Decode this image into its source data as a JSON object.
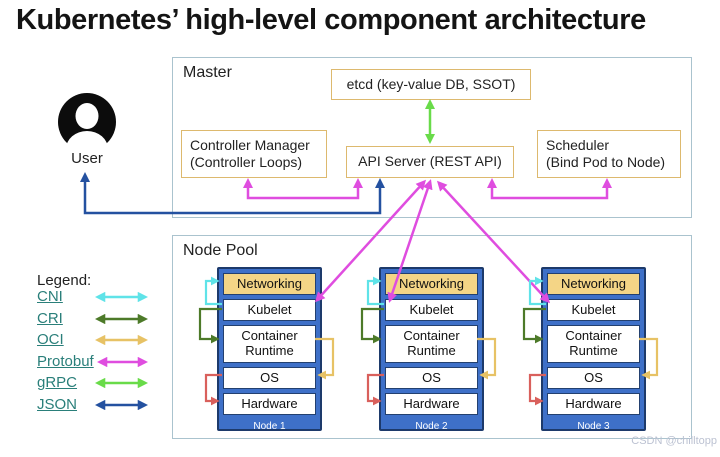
{
  "title": "Kubernetes’ high-level component architecture",
  "user": {
    "label": "User"
  },
  "master": {
    "label": "Master",
    "etcd_label": "etcd (key-value DB, SSOT)",
    "controller_manager": {
      "line1": "Controller Manager",
      "line2": "(Controller Loops)"
    },
    "api_server_label": "API Server (REST API)",
    "scheduler": {
      "line1": "Scheduler",
      "line2": "(Bind Pod to Node)"
    }
  },
  "node_pool": {
    "label": "Node Pool",
    "nodes": [
      {
        "name": "Node 1",
        "rows": [
          "Networking",
          "Kubelet",
          "Container Runtime",
          "OS",
          "Hardware"
        ]
      },
      {
        "name": "Node 2",
        "rows": [
          "Networking",
          "Kubelet",
          "Container Runtime",
          "OS",
          "Hardware"
        ]
      },
      {
        "name": "Node 3",
        "rows": [
          "Networking",
          "Kubelet",
          "Container Runtime",
          "OS",
          "Hardware"
        ]
      }
    ]
  },
  "legend": {
    "title": "Legend:",
    "items": [
      {
        "label": "CNI",
        "color_key": "cni"
      },
      {
        "label": "CRI",
        "color_key": "cri"
      },
      {
        "label": "OCI",
        "color_key": "oci"
      },
      {
        "label": "Protobuf",
        "color_key": "protobuf"
      },
      {
        "label": "gRPC",
        "color_key": "grpc"
      },
      {
        "label": "JSON",
        "color_key": "json"
      }
    ]
  },
  "watermark": "CSDN @chilltopp",
  "colors": {
    "cni": "#5fe3e8",
    "cri": "#4d7a29",
    "oci": "#e7c265",
    "protobuf": "#df4ddf",
    "grpc": "#69db49",
    "json": "#2451a0",
    "hw_red": "#d9605c",
    "node_blue": "#3e70c8",
    "node_border": "#1d3a6b",
    "row_border": "#23406f",
    "tan_fill": "#f4d586",
    "tan_border": "#ddb96e",
    "outer_border": "#aac3ce",
    "link": "#2a7f7a"
  }
}
